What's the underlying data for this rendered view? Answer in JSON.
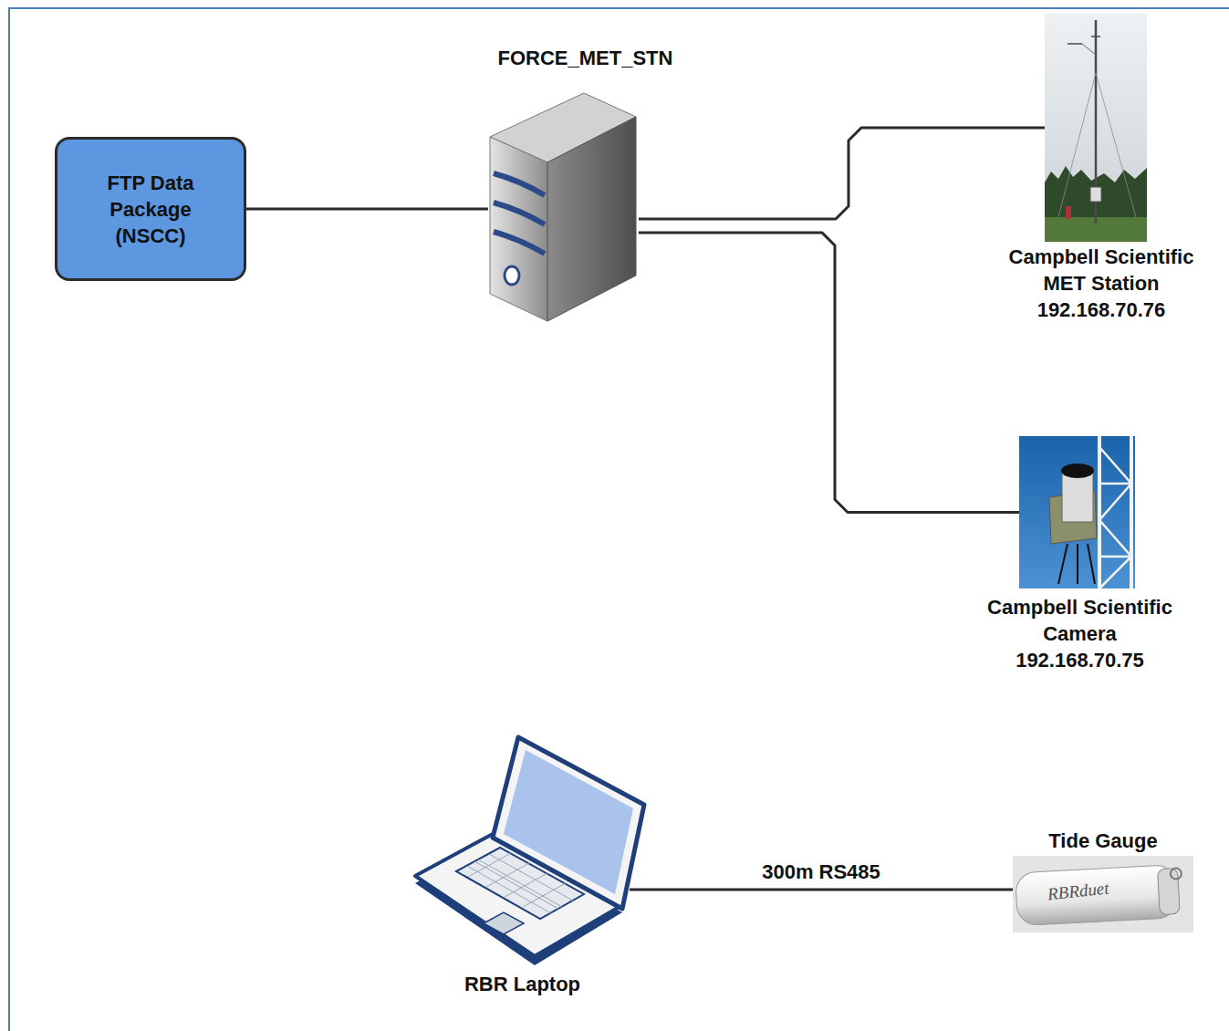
{
  "diagram": {
    "nodes": [
      {
        "text": [
          "FTP Data Package (NSCC)"
        ]
      },
      {
        "text": [
          "FORCE_MET_STN"
        ]
      },
      {
        "text": [
          "Campbell Scientific MET Station",
          "192.168.70.76"
        ]
      },
      {
        "text": [
          "Campbell Scientific Camera",
          "192.168.70.75"
        ]
      },
      {
        "text": [
          "RBR Laptop"
        ]
      },
      {
        "text": [
          "Tide Gauge"
        ]
      }
    ],
    "edges": [
      {
        "from": 0,
        "to": 1,
        "arrow": "none"
      },
      {
        "from": 1,
        "to": 2,
        "arrow": "none"
      },
      {
        "from": 1,
        "to": 3,
        "arrow": "none"
      },
      {
        "from": 4,
        "to": 5,
        "label": "300m RS485",
        "arrow": "none"
      }
    ],
    "labels": [
      "RBRduet"
    ]
  }
}
